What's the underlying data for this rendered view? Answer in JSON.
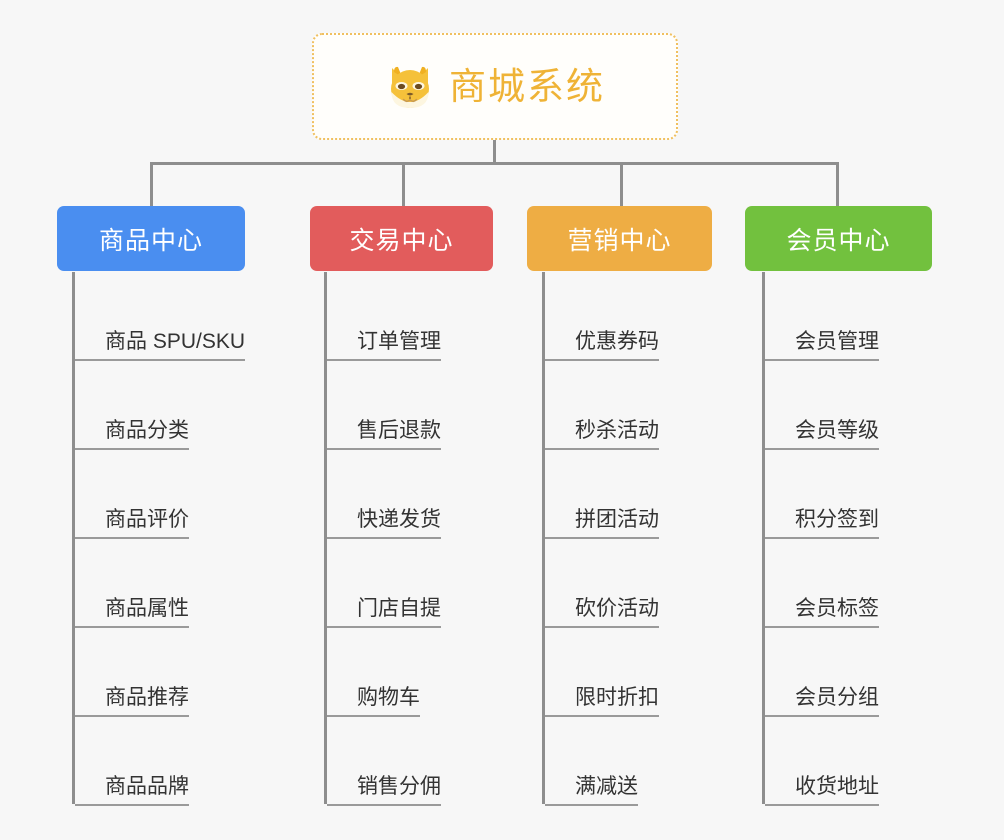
{
  "page": {
    "background_color": "#f7f7f7",
    "line_color": "#8e8e8e"
  },
  "root": {
    "title": "商城系统",
    "icon": "dog-face-icon",
    "text_color": "#efb336",
    "border_color": "#f0c060",
    "background_color": "#fffefb"
  },
  "columns": [
    {
      "header": "商品中心",
      "color": "#4a8ef0",
      "items": [
        "商品 SPU/SKU",
        "商品分类",
        "商品评价",
        "商品属性",
        "商品推荐",
        "商品品牌"
      ]
    },
    {
      "header": "交易中心",
      "color": "#e25c5c",
      "items": [
        "订单管理",
        "售后退款",
        "快递发货",
        "门店自提",
        "购物车",
        "销售分佣"
      ]
    },
    {
      "header": "营销中心",
      "color": "#eead44",
      "items": [
        "优惠券码",
        "秒杀活动",
        "拼团活动",
        "砍价活动",
        "限时折扣",
        "满减送"
      ]
    },
    {
      "header": "会员中心",
      "color": "#72c13e",
      "items": [
        "会员管理",
        "会员等级",
        "积分签到",
        "会员标签",
        "会员分组",
        "收货地址"
      ]
    }
  ]
}
